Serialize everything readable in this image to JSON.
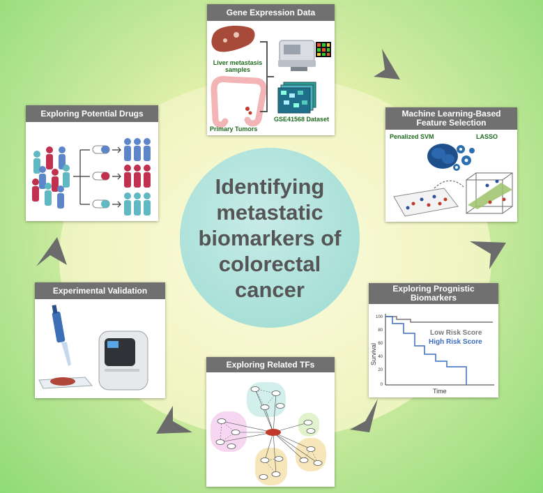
{
  "center_title": "Identifying metastatic biomarkers of colorectal cancer",
  "panels": {
    "gene_expression": {
      "title": "Gene Expression Data",
      "liver_label": "Liver metastasis samples",
      "tumor_label": "Primary Tumors",
      "dataset_label": "GSE41568 Dataset"
    },
    "machine_learning": {
      "title": "Machine Learning-Based Feature Selection",
      "method_1": "Penalized SVM",
      "method_2": "LASSO"
    },
    "prognostic": {
      "title": "Exploring Prognistic Biomarkers",
      "y_label": "Survival",
      "x_label": "Time",
      "y_ticks": [
        "100",
        "80",
        "60",
        "40",
        "20",
        "0"
      ],
      "low_risk": "Low Risk Score",
      "high_risk": "High Risk Score"
    },
    "tfs": {
      "title": "Exploring Related TFs"
    },
    "validation": {
      "title": "Experimental Validation"
    },
    "drugs": {
      "title": "Exploring Potential Drugs"
    }
  },
  "colors": {
    "header": "#707070",
    "arrow": "#6b6b6b",
    "low_risk_line": "#777777",
    "high_risk_line": "#3a6cc0"
  }
}
